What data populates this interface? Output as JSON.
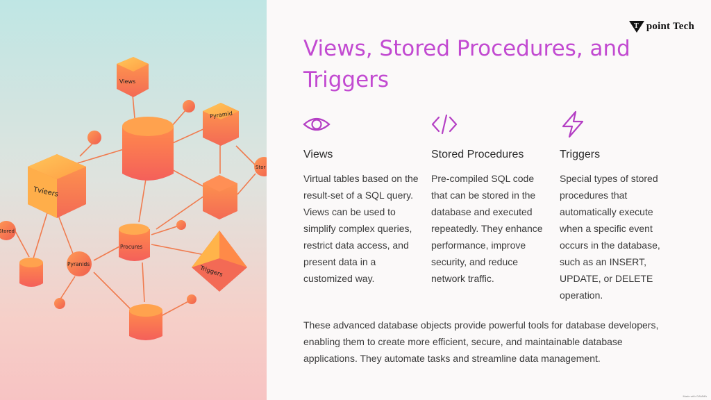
{
  "logo": {
    "text": "point Tech",
    "mark": "T"
  },
  "slide": {
    "title": "Views, Stored Procedures, and Triggers",
    "columns": [
      {
        "icon": "eye-icon",
        "heading": "Views",
        "body": "Virtual tables based on the result-set of a SQL query. Views can be used to simplify complex queries, restrict data access, and present data in a customized way."
      },
      {
        "icon": "code-icon",
        "heading": "Stored Procedures",
        "body": "Pre-compiled SQL code that can be stored in the database and executed repeatedly. They enhance performance, improve security, and reduce network traffic."
      },
      {
        "icon": "lightning-icon",
        "heading": "Triggers",
        "body": "Special types of stored procedures that automatically execute when a specific event occurs in the database, such as an INSERT, UPDATE, or DELETE operation."
      }
    ],
    "summary": "These advanced database objects provide powerful tools for database developers, enabling them to create more efficient, secure, and maintainable database applications. They automate tasks and streamline data management."
  },
  "illustration": {
    "labels": {
      "views": "Views",
      "pyramid": "Pyramid",
      "tvieers": "Tvieers",
      "stored": "Stored",
      "stor": "Stor",
      "procedures": "Procures",
      "pyranids": "Pyranids",
      "triggers": "Triggers"
    }
  },
  "watermark": "Made with GAMMA",
  "colors": {
    "title": "#c24ad1",
    "accent_icon": "#b43fc4",
    "node_orange": "#f4863f",
    "node_red": "#f2655a"
  }
}
